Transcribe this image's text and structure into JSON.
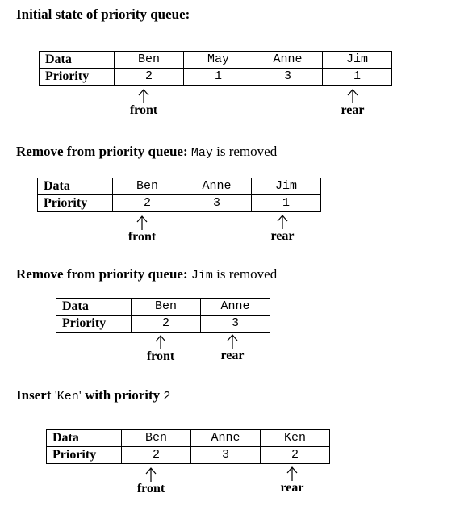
{
  "sections": [
    {
      "heading": {
        "bold": "Initial state of priority queue:",
        "mono": "",
        "tail": ""
      },
      "row_labels": {
        "data": "Data",
        "priority": "Priority"
      },
      "data": [
        "Ben",
        "May",
        "Anne",
        "Jim"
      ],
      "priority": [
        "2",
        "1",
        "3",
        "1"
      ],
      "front_label": "front",
      "rear_label": "rear"
    },
    {
      "heading": {
        "bold": "Remove from priority queue:",
        "mono": "May",
        "tail": " is removed"
      },
      "row_labels": {
        "data": "Data",
        "priority": "Priority"
      },
      "data": [
        "Ben",
        "Anne",
        "Jim"
      ],
      "priority": [
        "2",
        "3",
        "1"
      ],
      "front_label": "front",
      "rear_label": "rear"
    },
    {
      "heading": {
        "bold": "Remove from priority queue:",
        "mono": "Jim",
        "tail": " is removed"
      },
      "row_labels": {
        "data": "Data",
        "priority": "Priority"
      },
      "data": [
        "Ben",
        "Anne"
      ],
      "priority": [
        "2",
        "3"
      ],
      "front_label": "front",
      "rear_label": "rear"
    },
    {
      "heading": {
        "bold": "Insert ",
        "quote_open": "'",
        "mono": "Ken",
        "quote_close": "'",
        "bold2": " with priority ",
        "mono2": "2"
      },
      "row_labels": {
        "data": "Data",
        "priority": "Priority"
      },
      "data": [
        "Ben",
        "Anne",
        "Ken"
      ],
      "priority": [
        "2",
        "3",
        "2"
      ],
      "front_label": "front",
      "rear_label": "rear"
    }
  ]
}
